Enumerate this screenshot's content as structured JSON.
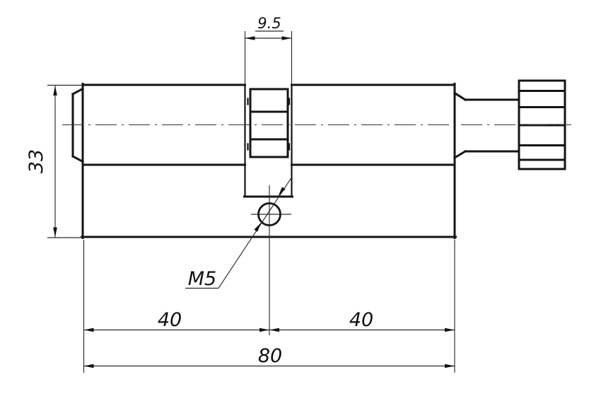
{
  "drawing": {
    "type": "engineering-drawing",
    "subject": "lock cylinder with thumbturn, front elevation",
    "background_color": "#ffffff",
    "line_color": "#141414",
    "labels": {
      "cam_width": "9.5",
      "body_height": "33",
      "thread": "M5",
      "left_half_length": "40",
      "right_half_length": "40",
      "total_length": "80"
    }
  }
}
